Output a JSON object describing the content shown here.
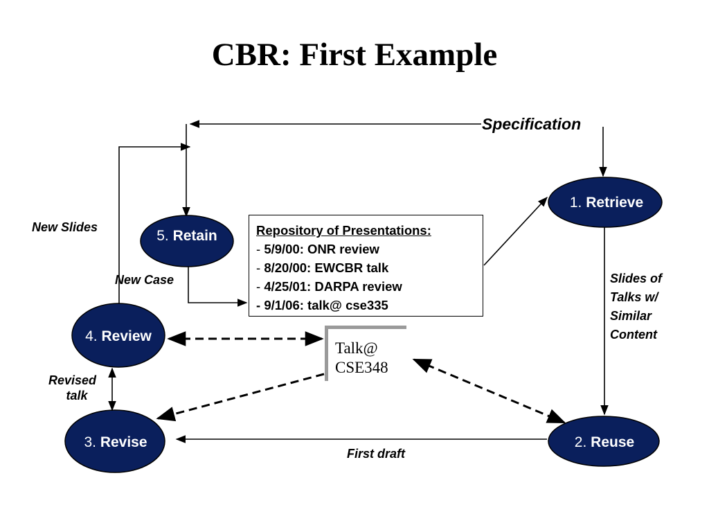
{
  "title": "CBR: First Example",
  "nodes": {
    "retrieve": {
      "num": "1.",
      "name": "Retrieve"
    },
    "reuse": {
      "num": "2.",
      "name": "Reuse"
    },
    "revise": {
      "num": "3.",
      "name": "Revise"
    },
    "review": {
      "num": "4.",
      "name": "Review"
    },
    "retain": {
      "num": "5.",
      "name": "Retain"
    }
  },
  "edge_labels": {
    "specification": "Specification",
    "new_slides": "New Slides",
    "new_case": "New Case",
    "slides_similar": [
      "Slides of",
      "Talks w/",
      "Similar",
      "Content"
    ],
    "revised_talk": [
      "Revised",
      "talk"
    ],
    "first_draft": "First draft"
  },
  "repository": {
    "heading": "Repository of Presentations:",
    "items": [
      {
        "dash": "- ",
        "text": "5/9/00: ONR review"
      },
      {
        "dash": "- ",
        "text": "8/20/00: EWCBR talk"
      },
      {
        "dash": "- ",
        "text": "4/25/01: DARPA review"
      },
      {
        "dash": "- ",
        "text": "9/1/06: talk@ cse335"
      }
    ]
  },
  "talk_card": [
    "Talk@",
    "CSE348"
  ],
  "colors": {
    "node_fill": "#0a1f5c",
    "node_text": "#ffffff",
    "card_border": "#9a9a9a"
  }
}
